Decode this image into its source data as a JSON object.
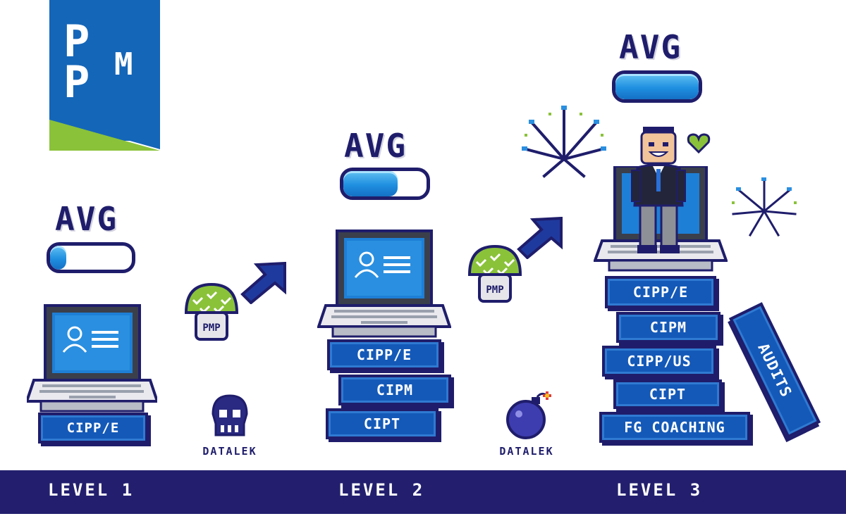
{
  "logo": {
    "letters": [
      "P",
      "P",
      "M"
    ]
  },
  "levels": [
    {
      "label": "LEVEL 1",
      "avg_label": "AVG",
      "progress": 0.2,
      "books": [
        "CIPP/E"
      ]
    },
    {
      "label": "LEVEL 2",
      "avg_label": "AVG",
      "progress": 0.65,
      "books": [
        "CIPP/E",
        "CIPM",
        "CIPT"
      ]
    },
    {
      "label": "LEVEL 3",
      "avg_label": "AVG",
      "progress": 1.0,
      "books": [
        "CIPP/E",
        "CIPM",
        "CIPP/US",
        "CIPT",
        "FG COACHING"
      ],
      "leaning_book": "AUDITS"
    }
  ],
  "pmp_badge": "PMP",
  "hazards": [
    "DATALEK",
    "DATALEK"
  ],
  "colors": {
    "navy": "#231f6e",
    "blue": "#1459b8",
    "green": "#8ab83a",
    "light_blue": "#3aa3ea"
  },
  "icons": [
    "profile-card-icon",
    "mushroom-icon",
    "arrow-up-right-icon",
    "skull-icon",
    "bomb-icon",
    "heart-icon",
    "firework-icon",
    "character-icon"
  ]
}
